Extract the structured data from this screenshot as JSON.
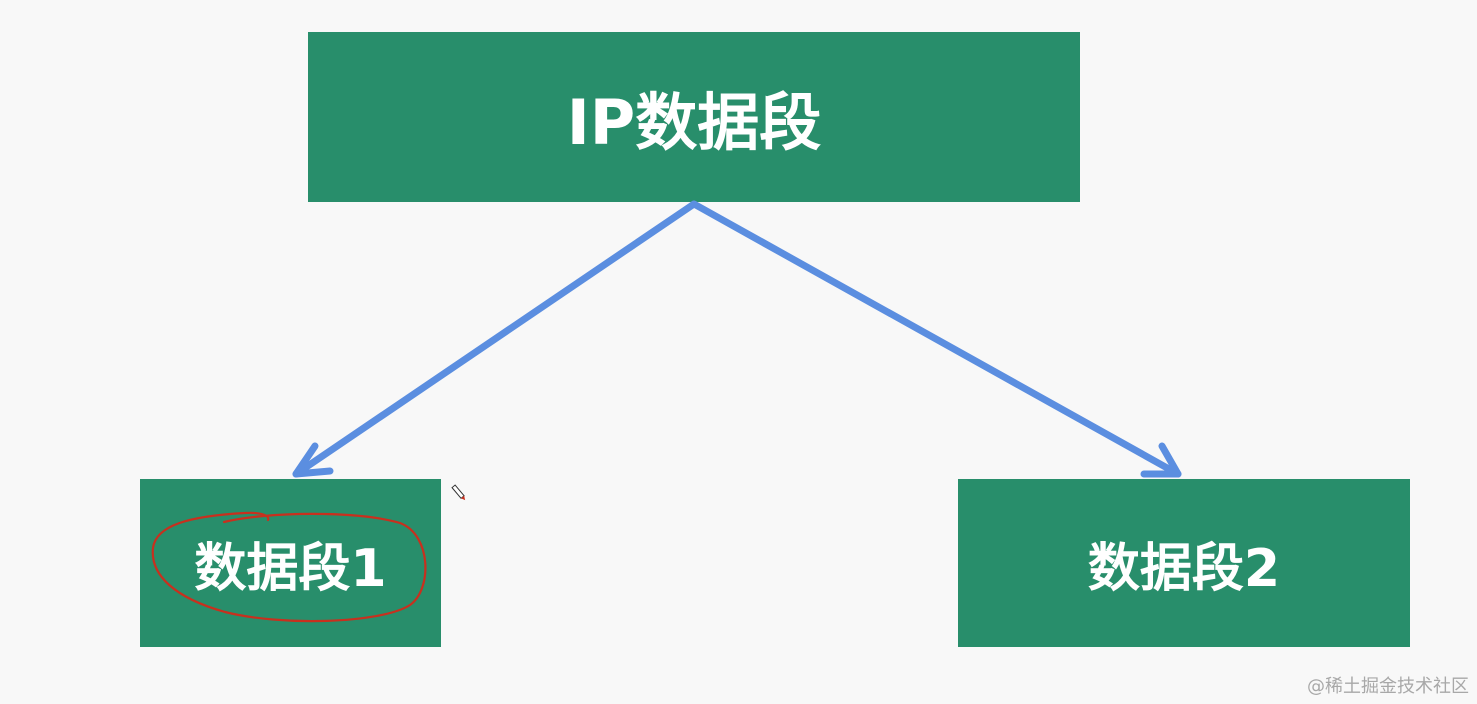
{
  "diagram": {
    "root": {
      "label": "IP数据段"
    },
    "children": [
      {
        "label": "数据段1"
      },
      {
        "label": "数据段2"
      }
    ]
  },
  "watermark": "@稀土掘金技术社区",
  "colors": {
    "node_fill": "#288e6b",
    "node_text": "#ffffff",
    "arrow": "#5b8ee0",
    "annotation": "#c8301e",
    "background": "#f8f8f8"
  },
  "icons": [
    "pen-cursor-icon"
  ]
}
